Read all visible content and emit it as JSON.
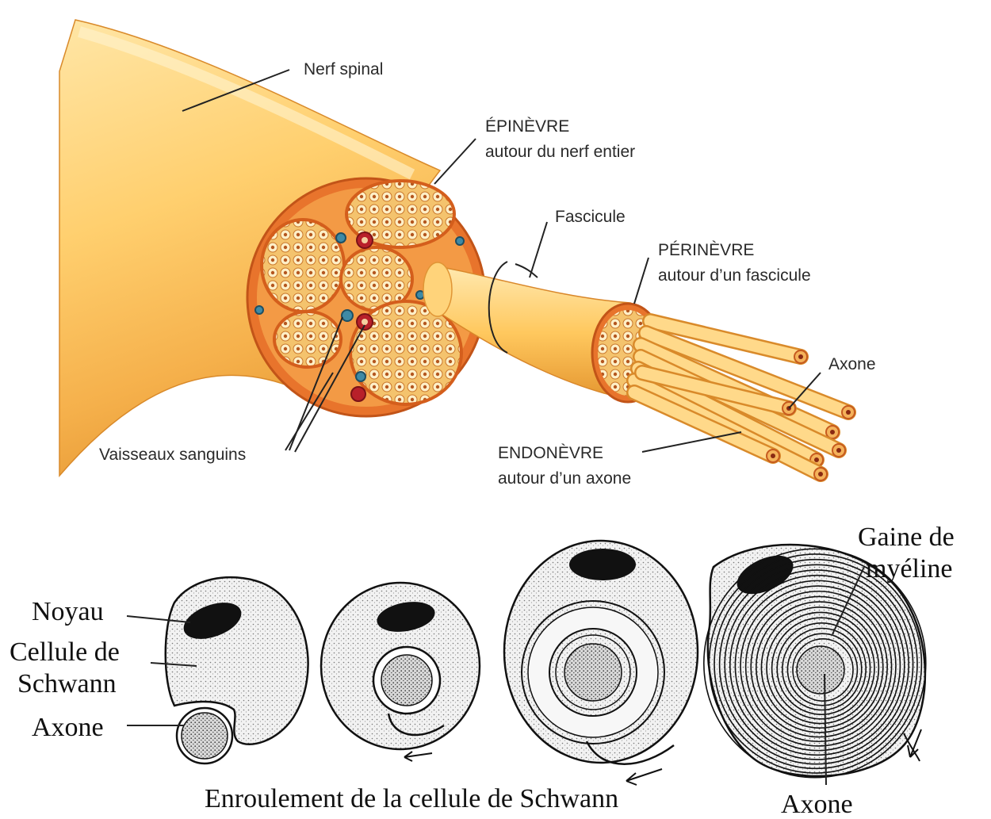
{
  "top_labels": {
    "nerf_spinal": "Nerf spinal",
    "epinevre_title": "ÉPINÈVRE",
    "epinevre_desc": "autour du nerf entier",
    "fascicule": "Fascicule",
    "perinevre_title": "PÉRINÈVRE",
    "perinevre_desc": "autour d’un fascicule",
    "axone": "Axone",
    "endonevre_title": "ENDONÈVRE",
    "endonevre_desc": "autour d’un axone",
    "vaisseaux": "Vaisseaux sanguins"
  },
  "bottom_labels": {
    "noyau": "Noyau",
    "cellule_line1": "Cellule de",
    "cellule_line2": "Schwann",
    "axone_left": "Axone",
    "gaine_line1": "Gaine de",
    "gaine_line2": "myéline",
    "axone_right": "Axone",
    "caption": "Enroulement de la cellule de Schwann"
  },
  "colors": {
    "nerve_light": "#ffd98a",
    "nerve_mid": "#f7b64a",
    "nerve_dark": "#e58a1f",
    "perineurium": "#e8732a",
    "vessel_red": "#b8202a",
    "vessel_blue": "#3f8aa6",
    "ink": "#111111"
  }
}
